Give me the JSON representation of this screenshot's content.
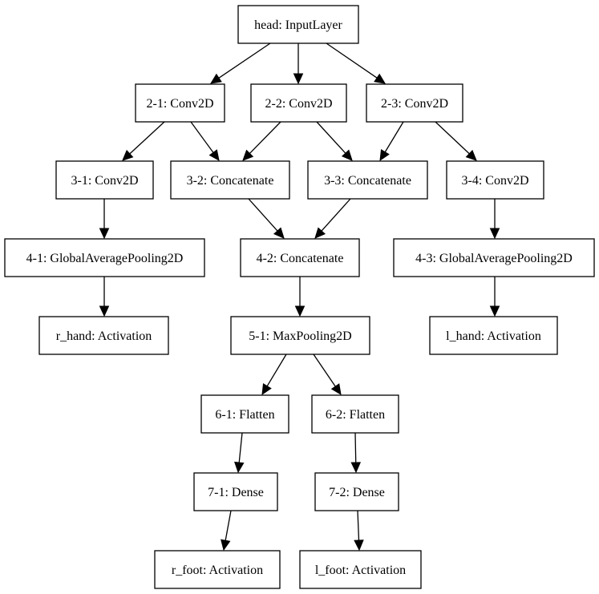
{
  "nodes": [
    {
      "id": "head",
      "label": "head: InputLayer"
    },
    {
      "id": "n2_1",
      "label": "2-1: Conv2D"
    },
    {
      "id": "n2_2",
      "label": "2-2: Conv2D"
    },
    {
      "id": "n2_3",
      "label": "2-3: Conv2D"
    },
    {
      "id": "n3_1",
      "label": "3-1: Conv2D"
    },
    {
      "id": "n3_2",
      "label": "3-2: Concatenate"
    },
    {
      "id": "n3_3",
      "label": "3-3: Concatenate"
    },
    {
      "id": "n3_4",
      "label": "3-4: Conv2D"
    },
    {
      "id": "n4_1",
      "label": "4-1: GlobalAveragePooling2D"
    },
    {
      "id": "n4_2",
      "label": "4-2: Concatenate"
    },
    {
      "id": "n4_3",
      "label": "4-3: GlobalAveragePooling2D"
    },
    {
      "id": "r_hand",
      "label": "r_hand: Activation"
    },
    {
      "id": "n5_1",
      "label": "5-1: MaxPooling2D"
    },
    {
      "id": "l_hand",
      "label": "l_hand: Activation"
    },
    {
      "id": "n6_1",
      "label": "6-1: Flatten"
    },
    {
      "id": "n6_2",
      "label": "6-2: Flatten"
    },
    {
      "id": "n7_1",
      "label": "7-1: Dense"
    },
    {
      "id": "n7_2",
      "label": "7-2: Dense"
    },
    {
      "id": "r_foot",
      "label": "r_foot: Activation"
    },
    {
      "id": "l_foot",
      "label": "l_foot: Activation"
    }
  ],
  "edges": [
    [
      "head",
      "n2_1"
    ],
    [
      "head",
      "n2_2"
    ],
    [
      "head",
      "n2_3"
    ],
    [
      "n2_1",
      "n3_1"
    ],
    [
      "n2_1",
      "n3_2"
    ],
    [
      "n2_2",
      "n3_2"
    ],
    [
      "n2_2",
      "n3_3"
    ],
    [
      "n2_3",
      "n3_3"
    ],
    [
      "n2_3",
      "n3_4"
    ],
    [
      "n3_1",
      "n4_1"
    ],
    [
      "n3_2",
      "n4_2"
    ],
    [
      "n3_3",
      "n4_2"
    ],
    [
      "n3_4",
      "n4_3"
    ],
    [
      "n4_1",
      "r_hand"
    ],
    [
      "n4_2",
      "n5_1"
    ],
    [
      "n4_3",
      "l_hand"
    ],
    [
      "n5_1",
      "n6_1"
    ],
    [
      "n5_1",
      "n6_2"
    ],
    [
      "n6_1",
      "n7_1"
    ],
    [
      "n6_2",
      "n7_2"
    ],
    [
      "n7_1",
      "r_foot"
    ],
    [
      "n7_2",
      "l_foot"
    ]
  ]
}
